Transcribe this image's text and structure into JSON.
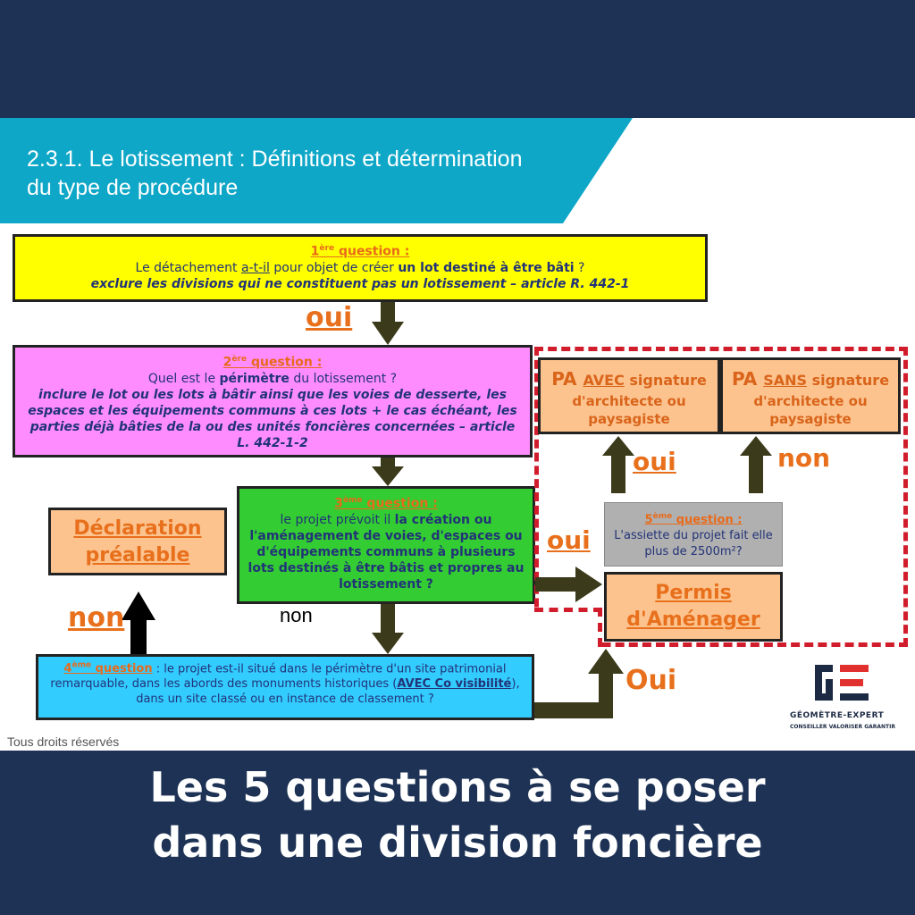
{
  "slide": {
    "title": "2.3.1. Le lotissement : Définitions et détermination du type de procédure",
    "footer": "Tous droits réservés"
  },
  "q1": {
    "num": "1",
    "sup": "ère",
    "word": " question :",
    "line1_pre": "Le détachement ",
    "line1_ul": "a-t-il",
    "line1_mid": " pour objet de créer ",
    "line1_bold": "un lot destiné à être bâti",
    "line1_end": " ?",
    "line2": "exclure les divisions qui ne constituent pas un lotissement – article R. 442-1"
  },
  "q2": {
    "num": "2",
    "sup": "ère",
    "word": " question :",
    "line1_pre": "Quel est le ",
    "line1_bold": "périmètre",
    "line1_end": " du lotissement ?",
    "body": "inclure le lot ou les lots à bâtir ainsi que les voies de desserte, les espaces et les équipements communs à ces lots + le cas échéant, les parties déjà bâties de la ou des unités foncières concernées – article L. 442-1-2"
  },
  "q3": {
    "num": "3",
    "sup": "ème",
    "word": " question :",
    "pre": "le projet prévoit il ",
    "bold": "la création ou l'aménagement de voies, d'espaces ou d'équipements  communs à plusieurs lots destinés à être bâtis et propres au lotissement ?"
  },
  "q4": {
    "num": "4",
    "sup": "ème",
    "word": " question",
    "colon": " : ",
    "body": "le projet est-il situé dans le périmètre d'un site patrimonial remarquable, dans les abords des monuments historiques (",
    "bold": "AVEC Co visibilité",
    "tail": "), dans un site classé ou en instance de classement ?"
  },
  "q5": {
    "num": "5",
    "sup": "ème",
    "word": " question :",
    "body": "L'assiette du projet fait elle plus de 2500m²?"
  },
  "outcomes": {
    "declaration": "Déclaration préalable",
    "permis": "Permis d'Aménager",
    "pa_avec_pre": "PA ",
    "pa_avec_ul": "AVEC",
    "pa_avec_post": " signature",
    "pa_sans_pre": "PA ",
    "pa_sans_ul": "SANS",
    "pa_sans_post": " signature",
    "pa_sub": "d'architecte ou paysagiste"
  },
  "labels": {
    "oui_1": "oui",
    "oui_2": "oui",
    "oui_3": "oui",
    "non_1": "non",
    "non_2": "non",
    "non_3": "non",
    "oui_cap": "Oui"
  },
  "logo": {
    "name": "GÉOMÈTRE-EXPERT",
    "tagline": "CONSEILLER VALORISER GARANTIR"
  },
  "caption": "Les 5 questions à se poser dans une division foncière",
  "colors": {
    "navy": "#1d3254",
    "banner": "#0ea7c8",
    "yellow": "#ffff00",
    "pink": "#ff8cff",
    "green": "#33cc33",
    "cyan": "#33ccff",
    "orange_box": "#fcc38f",
    "gray_box": "#b0b0b0",
    "dashed_red": "#d11c2c",
    "arrow": "#3b3a1a"
  }
}
